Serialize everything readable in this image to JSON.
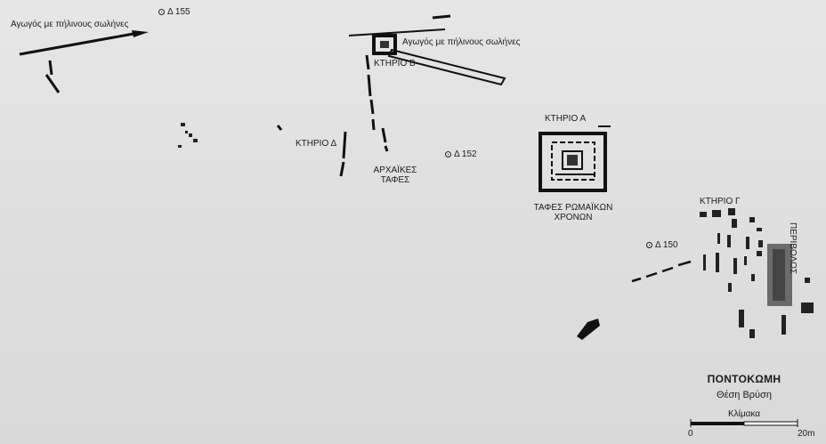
{
  "map": {
    "title": "ΠΟΝΤΟΚΩΜΗ",
    "subtitle": "Θέση Βρύση",
    "scale": {
      "label": "Κλίμακα",
      "start": "0",
      "end": "20m"
    }
  },
  "labels": {
    "pipe_left": "Αγωγός με πήλινους σωλήνες",
    "pipe_right": "Αγωγός με πήλινους σωλήνες",
    "building_b": "ΚΤΗΡΙΟ Β",
    "building_a": "ΚΤΗΡΙΟ Α",
    "building_d": "ΚΤΗΡΙΟ Δ",
    "building_g": "ΚΤΗΡΙΟ Γ",
    "archaic_line1": "ΑΡΧΑΪΚΕΣ",
    "archaic_line2": "ΤΑΦΕΣ",
    "roman_line1": "ΤΑΦΕΣ ΡΩΜΑΪΚΩΝ",
    "roman_line2": "ΧΡΟΝΩΝ",
    "enclosure": "ΠΕΡΙΒΟΛΟΣ"
  },
  "benchmarks": [
    {
      "id": "d155",
      "label": "Δ 155"
    },
    {
      "id": "d152",
      "label": "Δ 152"
    },
    {
      "id": "d150",
      "label": "Δ 150"
    }
  ]
}
